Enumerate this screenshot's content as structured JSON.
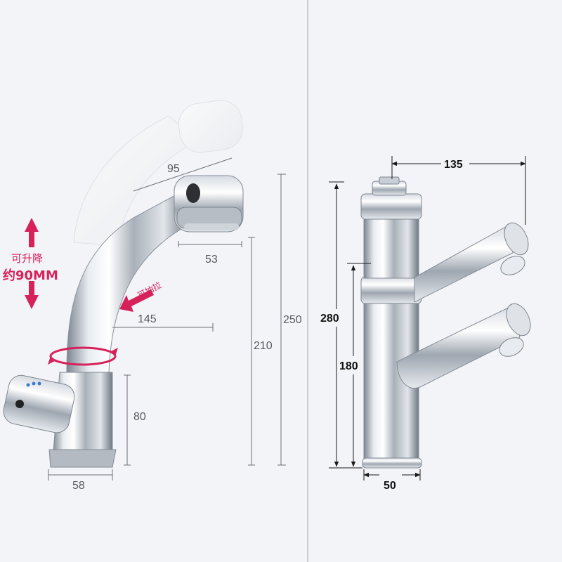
{
  "left_view": {
    "dimensions": {
      "spout_reach_top": "95",
      "head_length": "53",
      "pullout_length": "145",
      "height_250": "250",
      "height_210": "210",
      "base_height": "80",
      "base_width": "58"
    },
    "lift_label_line1": "可升降",
    "lift_label_line2": "约90MM",
    "pull_label": "可抽拉"
  },
  "right_view": {
    "dimensions": {
      "reach": "135",
      "total_height": "280",
      "lower_height": "180",
      "base_width": "50"
    }
  },
  "colors": {
    "background": "#f3f4f7",
    "accent_red": "#d6225a",
    "dim_line": "#6a6f75",
    "divider": "#c9ccd2"
  }
}
